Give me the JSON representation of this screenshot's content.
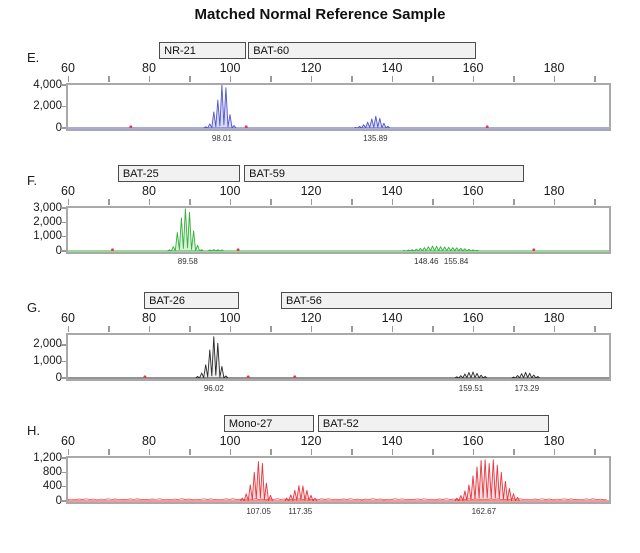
{
  "title": "Matched Normal Reference Sample",
  "chart_data": {
    "type": "line",
    "subtype": "electropherogram",
    "title": "Matched Normal Reference Sample",
    "x_axis": {
      "major_ticks": [
        60,
        80,
        100,
        120,
        140,
        160,
        180
      ],
      "minor_step": 10,
      "minor_range": [
        60,
        190
      ],
      "range": [
        60,
        193.5
      ],
      "unit": "bp"
    },
    "panels": [
      {
        "name": "panel-e",
        "label": "E.",
        "color": "#5055d0",
        "fill": "rgba(120,125,225,0.28)",
        "y_max": 4000,
        "y_ticks": [
          {
            "t": "4,000",
            "v": 4000
          },
          {
            "t": "2,000",
            "v": 2000
          },
          {
            "t": "0",
            "v": 0
          }
        ],
        "markers": [
          {
            "name": "NR-21",
            "start": 82.5,
            "end": 104.0
          },
          {
            "name": "BAT-60",
            "start": 104.5,
            "end": 160.7
          }
        ],
        "clusters": [
          {
            "points": [
              [
                94,
                110
              ],
              [
                95,
                380
              ],
              [
                96,
                1500
              ],
              [
                97,
                2600
              ],
              [
                98,
                4000
              ],
              [
                99,
                3750
              ],
              [
                100,
                1250
              ],
              [
                101,
                220
              ]
            ]
          },
          {
            "points": [
              [
                131,
                60
              ],
              [
                132,
                150
              ],
              [
                133,
                300
              ],
              [
                134,
                550
              ],
              [
                135,
                850
              ],
              [
                136,
                1100
              ],
              [
                137,
                900
              ],
              [
                138,
                450
              ],
              [
                139,
                150
              ]
            ]
          }
        ],
        "peak_labels": [
          {
            "text": "98.01",
            "x": 98.01
          },
          {
            "text": "135.89",
            "x": 135.89
          }
        ],
        "dots": [
          75.5,
          104,
          163.5
        ],
        "noise": false
      },
      {
        "name": "panel-f",
        "label": "F.",
        "color": "#35b03c",
        "fill": "rgba(80,190,90,0.22)",
        "y_max": 3000,
        "y_ticks": [
          {
            "t": "3,000",
            "v": 3000
          },
          {
            "t": "2,000",
            "v": 2000
          },
          {
            "t": "1,000",
            "v": 1000
          },
          {
            "t": "0",
            "v": 0
          }
        ],
        "markers": [
          {
            "name": "BAT-25",
            "start": 72.3,
            "end": 102.5
          },
          {
            "name": "BAT-59",
            "start": 103.5,
            "end": 172.6
          }
        ],
        "clusters": [
          {
            "points": [
              [
                85,
                80
              ],
              [
                86,
                300
              ],
              [
                87,
                1300
              ],
              [
                88,
                2300
              ],
              [
                89,
                2950
              ],
              [
                90,
                2700
              ],
              [
                91,
                1400
              ],
              [
                92,
                400
              ],
              [
                93,
                90
              ]
            ]
          },
          {
            "points": [
              [
                95,
                80
              ],
              [
                96,
                100
              ],
              [
                97,
                90
              ],
              [
                98,
                70
              ]
            ]
          },
          {
            "points": [
              [
                143,
                40
              ],
              [
                144,
                60
              ],
              [
                145,
                90
              ],
              [
                146,
                130
              ],
              [
                147,
                180
              ],
              [
                148,
                240
              ],
              [
                149,
                300
              ],
              [
                150,
                340
              ],
              [
                151,
                330
              ],
              [
                152,
                300
              ],
              [
                153,
                280
              ],
              [
                154,
                260
              ],
              [
                155,
                240
              ],
              [
                156,
                220
              ],
              [
                157,
                190
              ],
              [
                158,
                160
              ],
              [
                159,
                120
              ],
              [
                160,
                80
              ],
              [
                161,
                50
              ]
            ]
          }
        ],
        "peak_labels": [
          {
            "text": "89.58",
            "x": 89.58
          },
          {
            "text": "148.46",
            "x": 148.46
          },
          {
            "text": "155.84",
            "x": 155.84
          }
        ],
        "dots": [
          71,
          102,
          175
        ],
        "noise": false
      },
      {
        "name": "panel-g",
        "label": "G.",
        "color": "#2a2a2a",
        "fill": "rgba(120,120,120,0.12)",
        "y_max": 2600,
        "y_ticks": [
          {
            "t": "2,000",
            "v": 2000
          },
          {
            "t": "1,000",
            "v": 1000
          },
          {
            "t": "0",
            "v": 0
          }
        ],
        "markers": [
          {
            "name": "BAT-26",
            "start": 78.8,
            "end": 102.2
          },
          {
            "name": "BAT-56",
            "start": 112.6,
            "end": 194.3
          }
        ],
        "clusters": [
          {
            "points": [
              [
                92,
                90
              ],
              [
                93,
                300
              ],
              [
                94,
                800
              ],
              [
                95,
                1700
              ],
              [
                96,
                2500
              ],
              [
                97,
                2100
              ],
              [
                98,
                700
              ],
              [
                99,
                120
              ]
            ]
          },
          {
            "points": [
              [
                156,
                70
              ],
              [
                157,
                140
              ],
              [
                158,
                240
              ],
              [
                159,
                330
              ],
              [
                160,
                360
              ],
              [
                161,
                280
              ],
              [
                162,
                170
              ],
              [
                163,
                90
              ]
            ]
          },
          {
            "points": [
              [
                170,
                60
              ],
              [
                171,
                150
              ],
              [
                172,
                260
              ],
              [
                173,
                340
              ],
              [
                174,
                290
              ],
              [
                175,
                180
              ],
              [
                176,
                90
              ]
            ]
          }
        ],
        "peak_labels": [
          {
            "text": "96.02",
            "x": 96.02
          },
          {
            "text": "159.51",
            "x": 159.51
          },
          {
            "text": "173.29",
            "x": 173.29
          }
        ],
        "dots": [
          79,
          104.5,
          116
        ],
        "noise": false
      },
      {
        "name": "panel-h",
        "label": "H.",
        "color": "#e6393f",
        "fill": "rgba(235,90,95,0.20)",
        "y_max": 1200,
        "y_ticks": [
          {
            "t": "1,200",
            "v": 1200
          },
          {
            "t": "800",
            "v": 800
          },
          {
            "t": "400",
            "v": 400
          },
          {
            "t": "0",
            "v": 0
          }
        ],
        "markers": [
          {
            "name": "Mono-27",
            "start": 98.5,
            "end": 120.7
          },
          {
            "name": "BAT-52",
            "start": 121.7,
            "end": 178.8
          }
        ],
        "clusters": [
          {
            "points": [
              [
                103,
                80
              ],
              [
                104,
                200
              ],
              [
                105,
                450
              ],
              [
                106,
                800
              ],
              [
                107,
                1100
              ],
              [
                108,
                1050
              ],
              [
                109,
                500
              ],
              [
                110,
                160
              ]
            ]
          },
          {
            "points": [
              [
                114,
                80
              ],
              [
                115,
                170
              ],
              [
                116,
                300
              ],
              [
                117,
                430
              ],
              [
                118,
                420
              ],
              [
                119,
                300
              ],
              [
                120,
                160
              ],
              [
                121,
                80
              ]
            ]
          },
          {
            "points": [
              [
                156,
                80
              ],
              [
                157,
                150
              ],
              [
                158,
                280
              ],
              [
                159,
                450
              ],
              [
                160,
                700
              ],
              [
                161,
                950
              ],
              [
                162,
                1130
              ],
              [
                163,
                1150
              ],
              [
                164,
                1050
              ],
              [
                165,
                1150
              ],
              [
                166,
                1000
              ],
              [
                167,
                800
              ],
              [
                168,
                550
              ],
              [
                169,
                350
              ],
              [
                170,
                200
              ],
              [
                171,
                100
              ]
            ]
          }
        ],
        "peak_labels": [
          {
            "text": "107.05",
            "x": 107.05
          },
          {
            "text": "117.35",
            "x": 117.35
          },
          {
            "text": "162.67",
            "x": 162.67
          }
        ],
        "dots": [],
        "noise": true
      }
    ],
    "layout": {
      "panel_tops": [
        42,
        165,
        292,
        415
      ],
      "plot_border_color": "#a9a9a9",
      "marker_box_fill": "#f1f1f1",
      "tick_color": "#9a9a9a"
    }
  }
}
